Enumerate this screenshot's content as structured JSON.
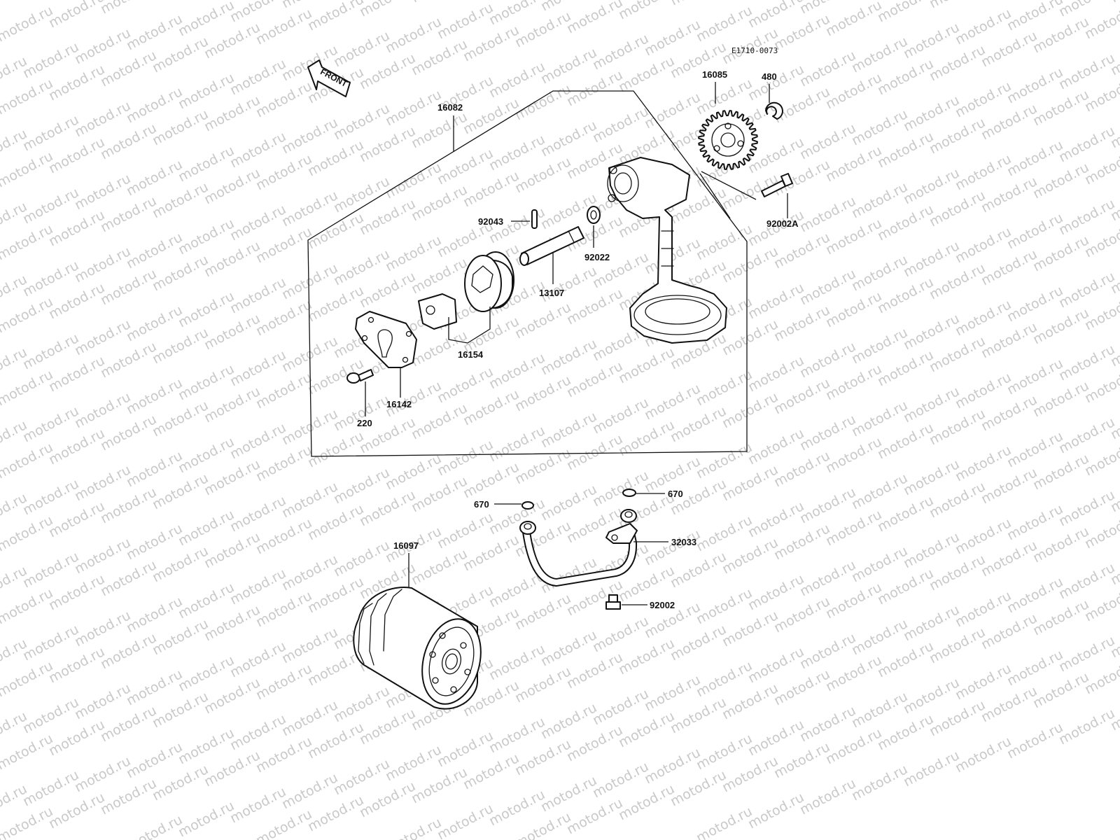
{
  "diagram": {
    "code": "E1710-0073",
    "front_label": "FRONT",
    "watermark": "motod.ru",
    "labels": {
      "p16082": "16082",
      "p16085": "16085",
      "p480": "480",
      "p92002a": "92002A",
      "p92043": "92043",
      "p92022": "92022",
      "p13107": "13107",
      "p16154": "16154",
      "p16142": "16142",
      "p220": "220",
      "p670_left": "670",
      "p670_right": "670",
      "p32033": "32033",
      "p16097": "16097",
      "p92002": "92002"
    }
  }
}
